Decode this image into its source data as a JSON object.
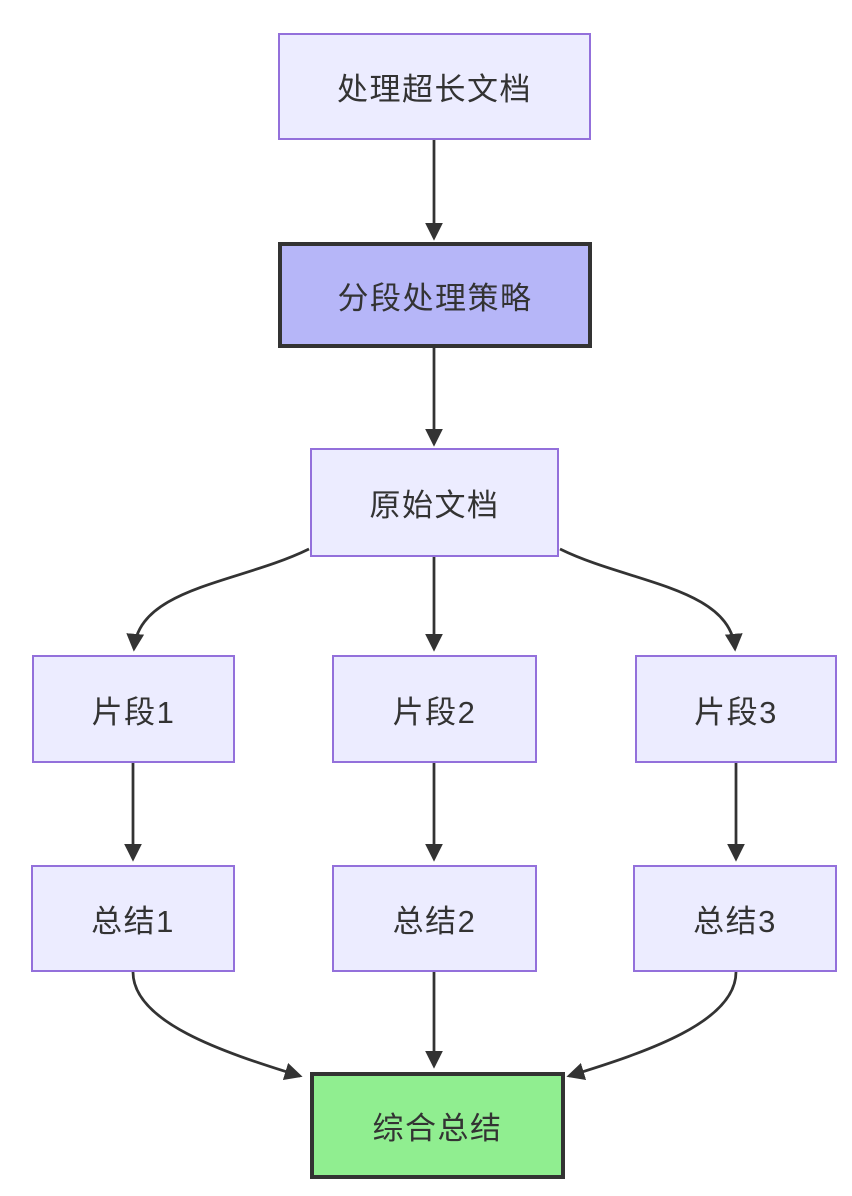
{
  "diagram": {
    "type": "flowchart",
    "direction": "top-down",
    "colors": {
      "node_fill": "#ECECFF",
      "node_border": "#9370DB",
      "highlight_fill": "#b6b6f8",
      "highlight_border": "#333333",
      "success_fill": "#90EE90",
      "success_border": "#333333",
      "edge": "#333333",
      "text": "#333333",
      "background": "#ffffff"
    },
    "nodes": [
      {
        "id": "A",
        "label": "处理超长文档",
        "style": "default"
      },
      {
        "id": "B",
        "label": "分段处理策略",
        "style": "highlight"
      },
      {
        "id": "C",
        "label": "原始文档",
        "style": "default"
      },
      {
        "id": "D1",
        "label": "片段1",
        "style": "default"
      },
      {
        "id": "D2",
        "label": "片段2",
        "style": "default"
      },
      {
        "id": "D3",
        "label": "片段3",
        "style": "default"
      },
      {
        "id": "E1",
        "label": "总结1",
        "style": "default"
      },
      {
        "id": "E2",
        "label": "总结2",
        "style": "default"
      },
      {
        "id": "E3",
        "label": "总结3",
        "style": "default"
      },
      {
        "id": "F",
        "label": "综合总结",
        "style": "success"
      }
    ],
    "edges": [
      {
        "from": "A",
        "to": "B"
      },
      {
        "from": "B",
        "to": "C"
      },
      {
        "from": "C",
        "to": "D1"
      },
      {
        "from": "C",
        "to": "D2"
      },
      {
        "from": "C",
        "to": "D3"
      },
      {
        "from": "D1",
        "to": "E1"
      },
      {
        "from": "D2",
        "to": "E2"
      },
      {
        "from": "D3",
        "to": "E3"
      },
      {
        "from": "E1",
        "to": "F"
      },
      {
        "from": "E2",
        "to": "F"
      },
      {
        "from": "E3",
        "to": "F"
      }
    ]
  }
}
